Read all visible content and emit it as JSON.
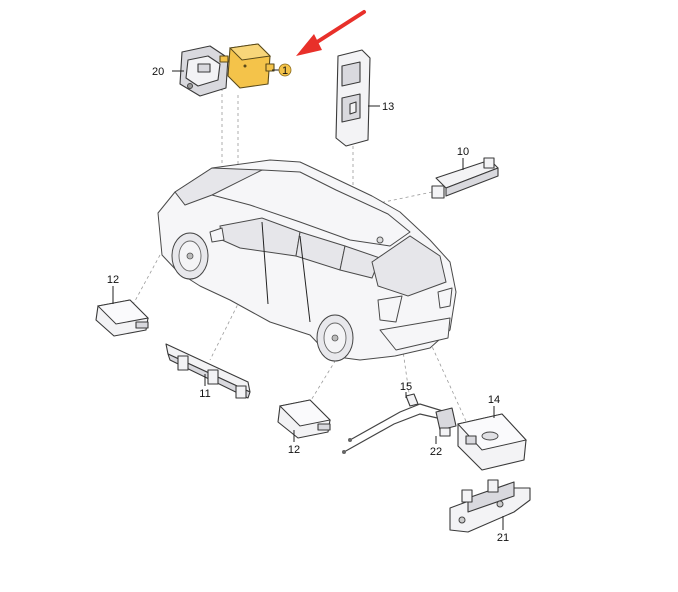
{
  "callouts": [
    {
      "id": "c1",
      "text": "1"
    },
    {
      "id": "c10",
      "text": "10"
    },
    {
      "id": "c11",
      "text": "11"
    },
    {
      "id": "c12a",
      "text": "12"
    },
    {
      "id": "c12b",
      "text": "12"
    },
    {
      "id": "c13",
      "text": "13"
    },
    {
      "id": "c14",
      "text": "14"
    },
    {
      "id": "c15",
      "text": "15"
    },
    {
      "id": "c20",
      "text": "20"
    },
    {
      "id": "c21",
      "text": "21"
    },
    {
      "id": "c22",
      "text": "22"
    }
  ],
  "colors": {
    "highlight_part": "#f4c34a",
    "pointer_arrow": "#e8302a",
    "callout_badge": "#f4c34a"
  }
}
